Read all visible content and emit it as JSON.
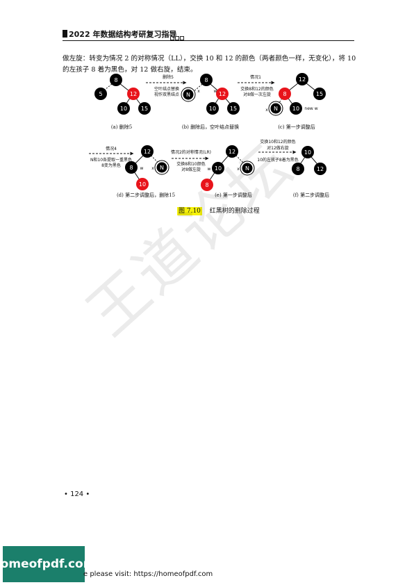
{
  "header": {
    "title": "2022 年数据结构考研复习指导"
  },
  "paragraph": "做左旋：转变为情况 2 的对称情况（LL），交换 10 和 12 的颜色（两者颜色一样，无变化），将 10 的左孩子 8 着为黑色，对 12 做右旋，结束。",
  "figure": {
    "panels": [
      {
        "label": "(a) 删除5"
      },
      {
        "label": "(b) 删除后，空叶结点替换"
      },
      {
        "label": "(c) 第一步调整后"
      },
      {
        "label": "(d) 第二步调整后，删除15"
      },
      {
        "label": "(e) 第一步调整后"
      },
      {
        "label": "(f) 第二步调整后"
      }
    ],
    "arrows": [
      {
        "lines": [
          "删除5",
          "空叶结点替换",
          "视作双黑结点"
        ]
      },
      {
        "lines": [
          "情况1",
          "交换8和12的颜色",
          "对8做一次左旋"
        ]
      },
      {
        "lines": [
          "情况4",
          "N和10各提取一重黑色",
          "8变为黑色"
        ]
      },
      {
        "lines": [
          "情况2的对称情况(LR)",
          "交换8和10颜色",
          "对8做左旋"
        ]
      },
      {
        "lines": [
          "交换10和12的颜色",
          "对12做右旋",
          "10的左孩子8着为黑色"
        ]
      }
    ],
    "node_text": {
      "n8": "8",
      "n5": "5",
      "n12": "12",
      "n10": "10",
      "n15": "15",
      "nN": "N"
    },
    "edge_text": {
      "x": "x",
      "w": "w",
      "new_w": "new w"
    },
    "colors": {
      "black": "#000000",
      "red": "#e8141b",
      "highlight": "#f6f20a"
    }
  },
  "caption": {
    "number": "图 7.10",
    "text": "红黑树的删除过程"
  },
  "page_number": "• 124 •",
  "watermark": "王道论坛",
  "footer": {
    "brand": "homeofpdf.com",
    "text": "e please visit: https://homeofpdf.com"
  }
}
